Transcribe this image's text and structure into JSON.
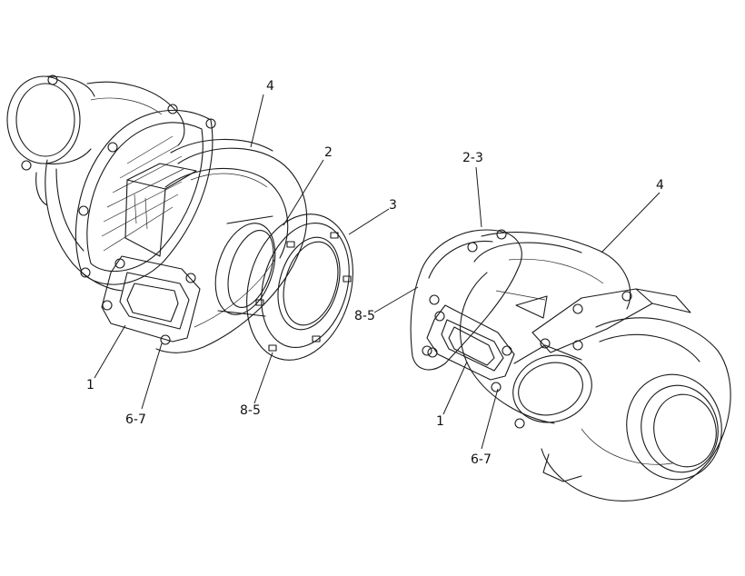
{
  "callouts_left": {
    "c1": "1",
    "c2": "2",
    "c3": "3",
    "c4": "4",
    "c67": "6-7",
    "c85": "8-5"
  },
  "callouts_right": {
    "c1": "1",
    "c23": "2-3",
    "c4": "4",
    "c67": "6-7",
    "c85": "8-5"
  }
}
